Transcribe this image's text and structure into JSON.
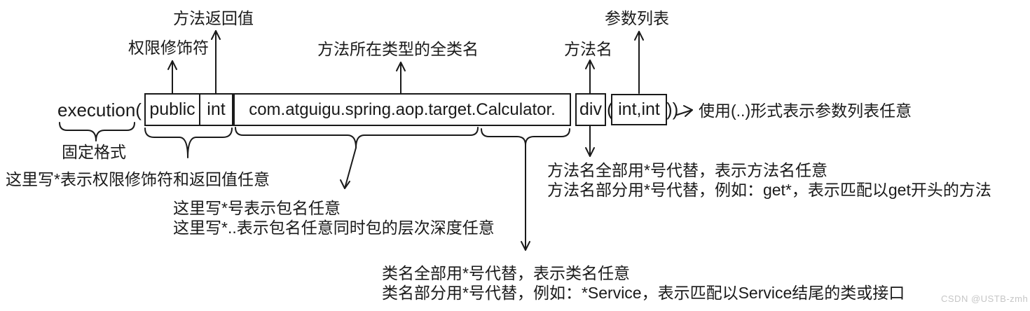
{
  "diagram": {
    "top_labels": {
      "return_value": "方法返回值",
      "access_modifier": "权限修饰符",
      "class_fqcn": "方法所在类型的全类名",
      "method_name": "方法名",
      "param_list": "参数列表"
    },
    "expression": {
      "prefix": "execution(",
      "modifier": "public",
      "return_type": "int",
      "fqcn": "com.atguigu.spring.aop.target.Calculator.",
      "method": "div",
      "open_paren": "(",
      "params": "int,int",
      "close_parens": "))"
    },
    "annotations": {
      "fixed_format": "固定格式",
      "modifier_note": "这里写*表示权限修饰符和返回值任意",
      "package_note_1": "这里写*号表示包名任意",
      "package_note_2": "这里写*..表示包名任意同时包的层次深度任意",
      "method_note_1": "方法名全部用*号代替，表示方法名任意",
      "method_note_2": "方法名部分用*号代替，例如：get*，表示匹配以get开头的方法",
      "class_note_1": "类名全部用*号代替，表示类名任意",
      "class_note_2": "类名部分用*号代替，例如：*Service，表示匹配以Service结尾的类或接口",
      "params_note": "使用(..)形式表示参数列表任意"
    },
    "watermark": "CSDN @USTB-zmh",
    "colors": {
      "line": "#1a1a1a",
      "text": "#1a1a1a",
      "watermark": "#c6c6c6",
      "background": "#ffffff"
    }
  }
}
